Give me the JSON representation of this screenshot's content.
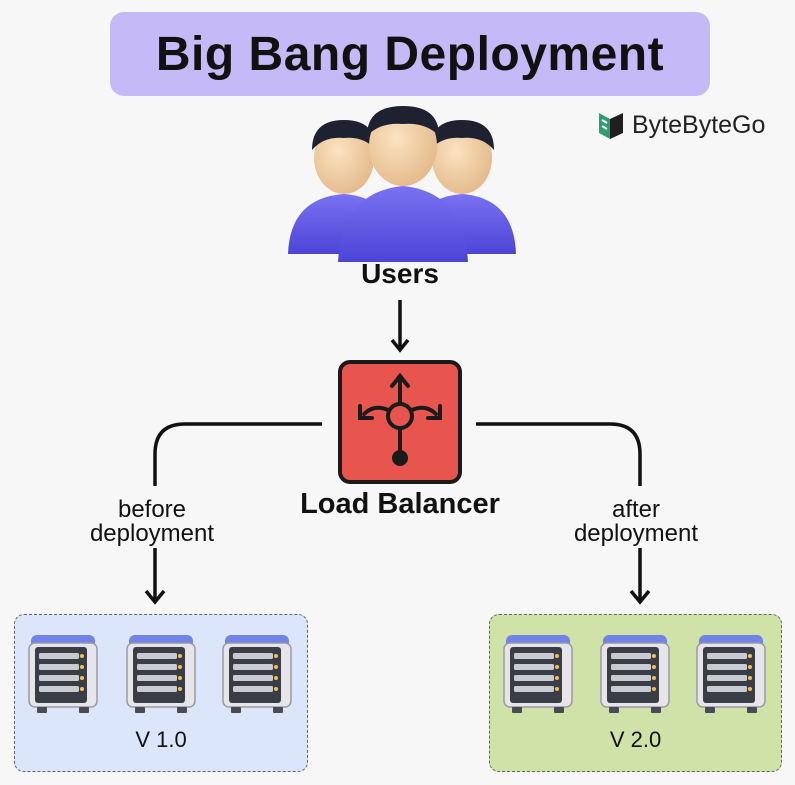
{
  "title": "Big Bang Deployment",
  "brand": {
    "name": "ByteByteGo",
    "icon": "bytebytego-logo-icon"
  },
  "nodes": {
    "users": {
      "label": "Users",
      "icon": "users-group-icon"
    },
    "load_balancer": {
      "label": "Load Balancer",
      "icon": "load-balancer-icon",
      "color": "#e8554e"
    }
  },
  "edges": {
    "before": {
      "label_line1": "before",
      "label_line2": "deployment"
    },
    "after": {
      "label_line1": "after",
      "label_line2": "deployment"
    }
  },
  "groups": [
    {
      "version": "V 1.0",
      "color": "#dbe6fb",
      "servers": 3
    },
    {
      "version": "V 2.0",
      "color": "#cfe2a8",
      "servers": 3
    }
  ],
  "colors": {
    "title_bg": "#c6b9f7",
    "user_body": "#5e55e6",
    "server_top": "#6f83e8"
  }
}
